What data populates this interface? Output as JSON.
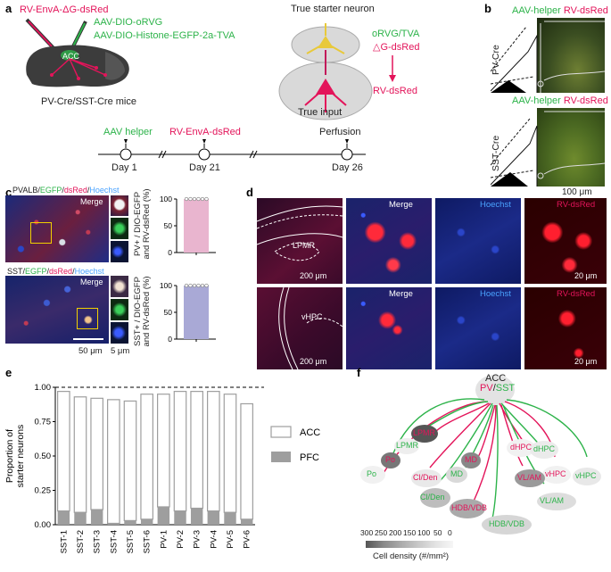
{
  "panel_a": {
    "letter": "a",
    "injection_red": "RV-EnvA-ΔG-dsRed",
    "injection_green_1": "AAV-DIO-oRVG",
    "injection_green_2": "AAV-DIO-Histone-EGFP-2a-TVA",
    "region": "ACC",
    "mice": "PV-Cre/SST-Cre mice",
    "starter": "True starter neuron",
    "ovg_1": "oRVG/TVA",
    "ovg_2": "△G-dsRed",
    "rv_dsred": "RV-dsRed",
    "true_input": "True input",
    "timeline": {
      "step1": "AAV helper",
      "step2": "RV-EnvA-dsRed",
      "step3": "Perfusion",
      "day1": "Day 1",
      "day2": "Day 21",
      "day3": "Day 26"
    }
  },
  "panel_b": {
    "letter": "b",
    "header_green": "AAV-helper",
    "header_red": "RV-dsRed",
    "row1": "PV-Cre",
    "row2": "SST-Cre",
    "scale": "100 μm"
  },
  "panel_c": {
    "letter": "c",
    "top_label": {
      "p1": "PVALB/",
      "p2": "EGFP",
      "p3": "/",
      "p4": "dsRed",
      "p5": "/",
      "p6": "Hoechst"
    },
    "bottom_label": {
      "p1": "SST/",
      "p2": "EGFP",
      "p3": "/",
      "p4": "dsRed",
      "p5": "/",
      "p6": "Hoechst"
    },
    "merge": "Merge",
    "scale_main": "50 μm",
    "scale_small": "5 μm",
    "top_ylabel": "PV+ / DIO-EGFP and RV-dsRed (%)",
    "bottom_ylabel": "SST+ / DIO-EGFP and RV-dsRed (%)"
  },
  "panel_d": {
    "letter": "d",
    "region1": "LPMR",
    "region2": "vHPC",
    "merge": "Merge",
    "hoechst": "Hoechst",
    "rv": "RV-dsRed",
    "scale_big": "200 μm",
    "scale_small": "20 μm"
  },
  "panel_e": {
    "letter": "e",
    "legend_acc": "ACC",
    "legend_pfc": "PFC"
  },
  "panel_f": {
    "letter": "f",
    "center_1": "ACC",
    "center_pv": "PV",
    "center_sep": "/",
    "center_sst": "SST",
    "legend_title": "Cell density (#/mm²)",
    "legend_ticks": [
      "300",
      "250",
      "200",
      "150",
      "100",
      "50",
      "0"
    ],
    "nodes": [
      {
        "label": "Po",
        "color": "#2db34a"
      },
      {
        "label": "Po",
        "color": "#e3145a"
      },
      {
        "label": "LPMR",
        "color": "#2db34a"
      },
      {
        "label": "LPMR",
        "color": "#e3145a"
      },
      {
        "label": "Cl/Den",
        "color": "#e3145a"
      },
      {
        "label": "Cl/Den",
        "color": "#2db34a"
      },
      {
        "label": "MD",
        "color": "#2db34a"
      },
      {
        "label": "MD",
        "color": "#e3145a"
      },
      {
        "label": "HDB/VDB",
        "color": "#e3145a"
      },
      {
        "label": "HDB/VDB",
        "color": "#2db34a"
      },
      {
        "label": "dHPC",
        "color": "#e3145a"
      },
      {
        "label": "dHPC",
        "color": "#2db34a"
      },
      {
        "label": "VL/AM",
        "color": "#e3145a"
      },
      {
        "label": "VL/AM",
        "color": "#2db34a"
      },
      {
        "label": "vHPC",
        "color": "#e3145a"
      },
      {
        "label": "vHPC",
        "color": "#2db34a"
      }
    ]
  },
  "chart_data": [
    {
      "type": "bar",
      "title": "",
      "categories": [
        "SST-1",
        "SST-2",
        "SST-3",
        "SST-4",
        "SST-5",
        "SST-6",
        "PV-1",
        "PV-2",
        "PV-3",
        "PV-4",
        "PV-5",
        "PV-6"
      ],
      "series": [
        {
          "name": "ACC",
          "values": [
            0.87,
            0.84,
            0.81,
            0.9,
            0.87,
            0.91,
            0.82,
            0.87,
            0.85,
            0.87,
            0.86,
            0.84
          ]
        },
        {
          "name": "PFC",
          "values": [
            0.1,
            0.09,
            0.11,
            0.01,
            0.03,
            0.04,
            0.13,
            0.1,
            0.12,
            0.1,
            0.09,
            0.04
          ]
        }
      ],
      "stacked": true,
      "ylabel": "Proportion of starter neurons",
      "yticks": [
        "0.00",
        "0.25",
        "0.50",
        "0.75",
        "1.00"
      ],
      "ylim": [
        0,
        1.0
      ],
      "reference_line": 1.0,
      "legend_position": "right"
    },
    {
      "type": "bar",
      "categories": [
        ""
      ],
      "values": [
        100
      ],
      "yticks": [
        "0",
        "50",
        "100"
      ],
      "ylim": [
        0,
        100
      ],
      "color": "#e9b5cf"
    },
    {
      "type": "bar",
      "categories": [
        ""
      ],
      "values": [
        100
      ],
      "yticks": [
        "0",
        "50",
        "100"
      ],
      "ylim": [
        0,
        100
      ],
      "color": "#a9a9d6"
    }
  ]
}
